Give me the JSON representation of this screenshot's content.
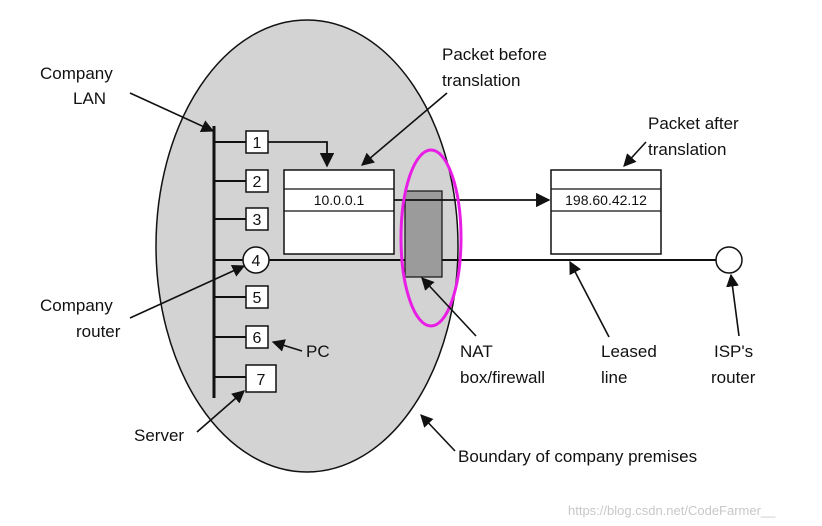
{
  "labels": {
    "company_lan": [
      "Company",
      "LAN"
    ],
    "packet_before": [
      "Packet before",
      "translation"
    ],
    "packet_after": [
      "Packet after",
      "translation"
    ],
    "company_router": [
      "Company",
      "router"
    ],
    "pc": "PC",
    "nat": [
      "NAT",
      "box/firewall"
    ],
    "leased_line": [
      "Leased",
      "line"
    ],
    "isp_router": [
      "ISP's",
      "router"
    ],
    "server": "Server",
    "boundary": "Boundary of company premises"
  },
  "hosts": [
    "1",
    "2",
    "3",
    "4",
    "5",
    "6",
    "7"
  ],
  "packets": {
    "before_ip": "10.0.0.1",
    "after_ip": "198.60.42.12"
  },
  "watermark": "https://blog.csdn.net/CodeFarmer__",
  "colors": {
    "premises": "#d3d3d3",
    "nat_box": "#9b9b9b",
    "nat_highlight": "#e81ee6",
    "line": "#111111"
  }
}
